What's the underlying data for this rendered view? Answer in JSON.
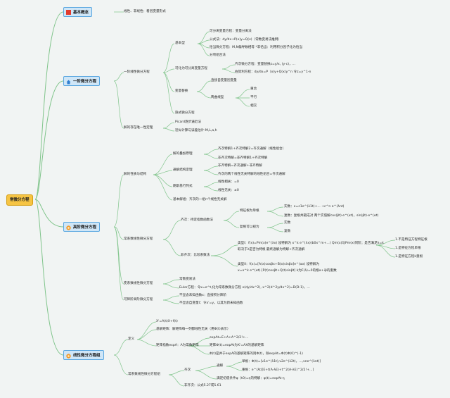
{
  "root": "常微分方程",
  "sections": [
    {
      "label": "基本概念",
      "icon": "red-square-icon"
    },
    {
      "label": "一阶微分方程",
      "icon": "blue-house-icon"
    },
    {
      "label": "高阶微分方程",
      "icon": "orange-flower-icon"
    },
    {
      "label": "线性微分方程组",
      "icon": "orange-flower-icon"
    }
  ],
  "nodes": {
    "basic_def": "线性、非线性：看因变量形式",
    "first_order": "一阶线性微分方程",
    "basic_type": "基本型",
    "separable": "可分离变量方程：变量分离法",
    "formula": "公式法：dy/dx+P(x)y=Q(x)（常数变易法推倒）",
    "exact": "恰当微分方程：M,N偏导数相等 *非恰当：利用积分因子化为恰当",
    "integrate": "分项组合法",
    "reducible": "可化为可分离变量方程",
    "homogeneous": "齐次微分方程：变量替换z=y/x, (y-c)，...",
    "bernoulli": "伯努利方程：dy/dx=P（x)y+Q(x)y^n 令z=y^1-n",
    "var_change": "变量替换",
    "direct": "直接自变量因变量",
    "two_d": "两曲线型",
    "coinc": "重合",
    "parallel": "平行",
    "intersect": "相交",
    "implicit": "隐式微分方程",
    "existence": "解的存在唯一性定理",
    "picard": "Picard逐步逼近法",
    "approx": "近似计算与误差估计:M,L,a,h",
    "sol_struct": "解的性质与结构",
    "superpos": "解的叠加原理",
    "sp1": "齐次特解1+齐次特解2=齐次通解（线性组合）",
    "sp2": "非齐次特解=非齐特解1+齐次特解",
    "gen_thm": "通解结构定理",
    "gs1": "非齐特解=齐次通解+非齐特解",
    "gs2": "齐次的两个线性无关特解的线性组合=齐次通解",
    "wronsk": "朗斯基行列式",
    "w1": "线性相关：=0",
    "w2": "线性无关：≠0",
    "fund": "基本解组：齐次的一组n个线性无关解",
    "const_coef": "常系数线性微分方程",
    "homog_eq": "齐次：待定指数函数法",
    "char_single": "特征根为单根",
    "real1": "实数：x=c1e^(λ1t)+... +c^n e^(λnt)",
    "complex1": "复数：复根共轭成对 两个实值解cos(βt)·e^(αt)，sin(βt)·e^(αt)",
    "char_multi": "复根可以视为",
    "real2": "实数",
    "complex2": "复数",
    "nonhomog": "非齐次：比较系数法",
    "c1": "类型I：f(x)=Pm(x)e^(λx) 设特解为 x^k e^(λx)(b0x^m+...) Qm(x)与Pm(x)同阶；是否满足λ=k",
    "c1b": "取决于λ是否为特根 最终通解为特解+齐次通解",
    "c2": "类型II：f(x)=[A(x)cosβx+B(x)sinβx]e^(αx) 设特解为",
    "c2b": "x=x^k e^(αt)·[P(t)cosβt+Q(t)sinβt] k为F(λ)=0的根α+iβ的重数",
    "n1": "1.不是特征方程特征根",
    "n2": "1.是特征方程单根",
    "n3": "1.是特征方程k重根",
    "var_coef": "变系数线性微分方程",
    "const_var": "常数变易法",
    "euler": "Euler方程：令x=e^t,化为常系数微分方程 x(dy/dx^2), x^2(d^2y/dx^2)=D(D-1)，...",
    "reducible_h": "可降阶高阶微分方程",
    "r1": "不显含未知函数x：直接积分降阶",
    "r2": "不显含自变量t：令x'=y，以其为新未知函数",
    "definition": "定义",
    "d1": "X'=A(t)X+f(t)",
    "d2": "基解矩阵：解矩阵每一列都线性无关（用Φ(t)表示）",
    "matrix_exp": "矩阵指数expA：A为常数矩阵",
    "m1": "expAt=E+A+A^2/2!+...",
    "m2": "矩阵Φ(t)=expAt为X'=AX的基解矩阵",
    "m3": "Φ(t)是并于expA的基解矩阵的则Φ(t)，除expAt=Φ(t)Φ(0)^(-1)",
    "const_sys": "常系数线性微分方程组",
    "homog_sys": "齐次",
    "general": "通解",
    "single_root": "单根：Φ(t)=[v1e^(λ1t),v2e^(λ2t)，...,vne^(λnt)]",
    "multi_root": "重根：e^(λt)[E+t(A-λE)+t^2(A-λE)^2/2!+...]",
    "init": "满足初值条件φ（t0)=η的特解：φ(t)=expAt·η",
    "nonhomog_sys": "非齐次：公式5.27或5.61"
  }
}
